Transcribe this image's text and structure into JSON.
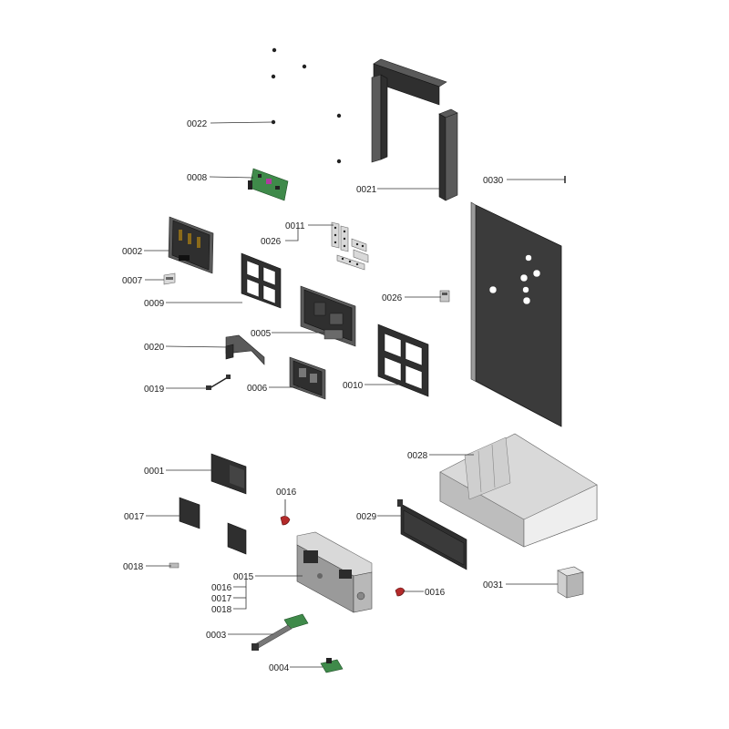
{
  "labels": {
    "p0022": "0022",
    "p0008": "0008",
    "p0021": "0021",
    "p0030": "0030",
    "p0002": "0002",
    "p0011": "0011",
    "p0026a": "0026",
    "p0007": "0007",
    "p0026b": "0026",
    "p0009": "0009",
    "p0005": "0005",
    "p0020": "0020",
    "p0019": "0019",
    "p0006": "0006",
    "p0010": "0010",
    "p0028": "0028",
    "p0001": "0001",
    "p0016a": "0016",
    "p0017a": "0017",
    "p0029": "0029",
    "p0018a": "0018",
    "p0015": "0015",
    "p0016b": "0016",
    "p0031": "0031",
    "p0016c": "0016",
    "p0017b": "0017",
    "p0018b": "0018",
    "p0003": "0003",
    "p0004": "0004"
  },
  "colors": {
    "part_dark": "#2f2f2f",
    "part_mid": "#5a5a5a",
    "part_light": "#d9d9d9",
    "pcb_green": "#3f8a4a",
    "connector_red": "#b42a2a",
    "leader_line": "#333333",
    "background": "#ffffff"
  }
}
